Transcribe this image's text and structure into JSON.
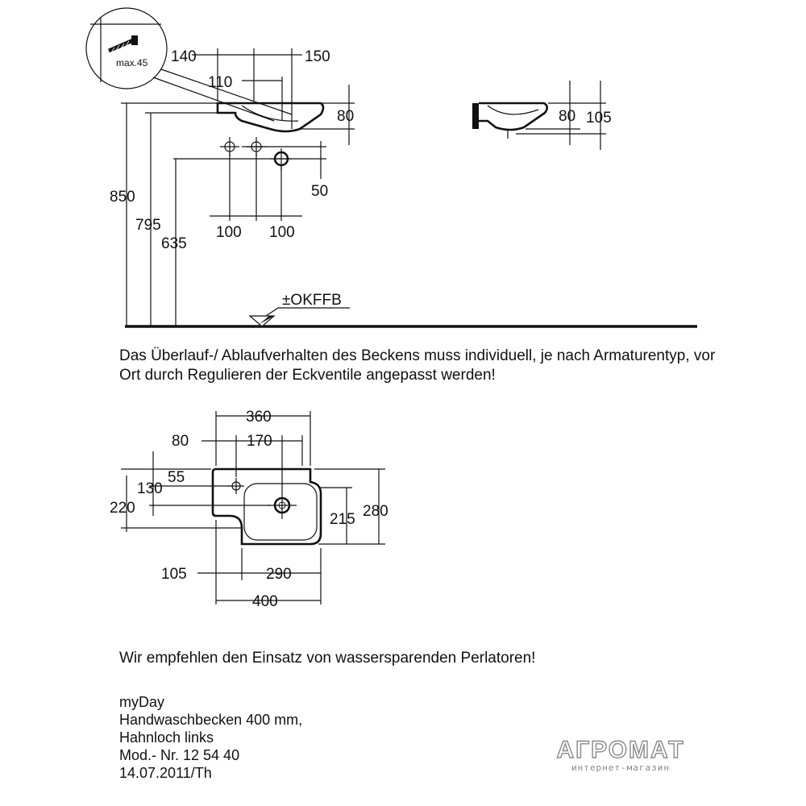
{
  "side_view": {
    "detail_label": "max.45",
    "dims": {
      "d140": "140",
      "d150": "150",
      "d110": "110",
      "d80": "80",
      "d850": "850",
      "d795": "795",
      "d635": "635",
      "d50": "50",
      "d100a": "100",
      "d100b": "100"
    },
    "floor_label": "±OKFFB"
  },
  "front_view": {
    "dims": {
      "d80": "80",
      "d105": "105"
    }
  },
  "note_overflow": "Das Überlauf-/ Ablaufverhalten des Beckens muss individuell, je nach Armaturentyp, vor Ort durch Regulieren der Eckventile angepasst werden!",
  "plan_view": {
    "dims": {
      "d360": "360",
      "d80": "80",
      "d170": "170",
      "d55": "55",
      "d130": "130",
      "d220": "220",
      "d215": "215",
      "d280": "280",
      "d105": "105",
      "d290": "290",
      "d400": "400"
    }
  },
  "note_aerators": "Wir empfehlen den Einsatz von wassersparenden Perlatoren!",
  "title_block": {
    "series": "myDay",
    "product": "Handwaschbecken 400 mm,",
    "variant": "Hahnloch links",
    "model": "Mod.- Nr. 12 54 40",
    "date": "14.07.2011/Th"
  },
  "watermark": {
    "name": "АГРОМАТ",
    "subtitle": "интернет-магазин"
  }
}
